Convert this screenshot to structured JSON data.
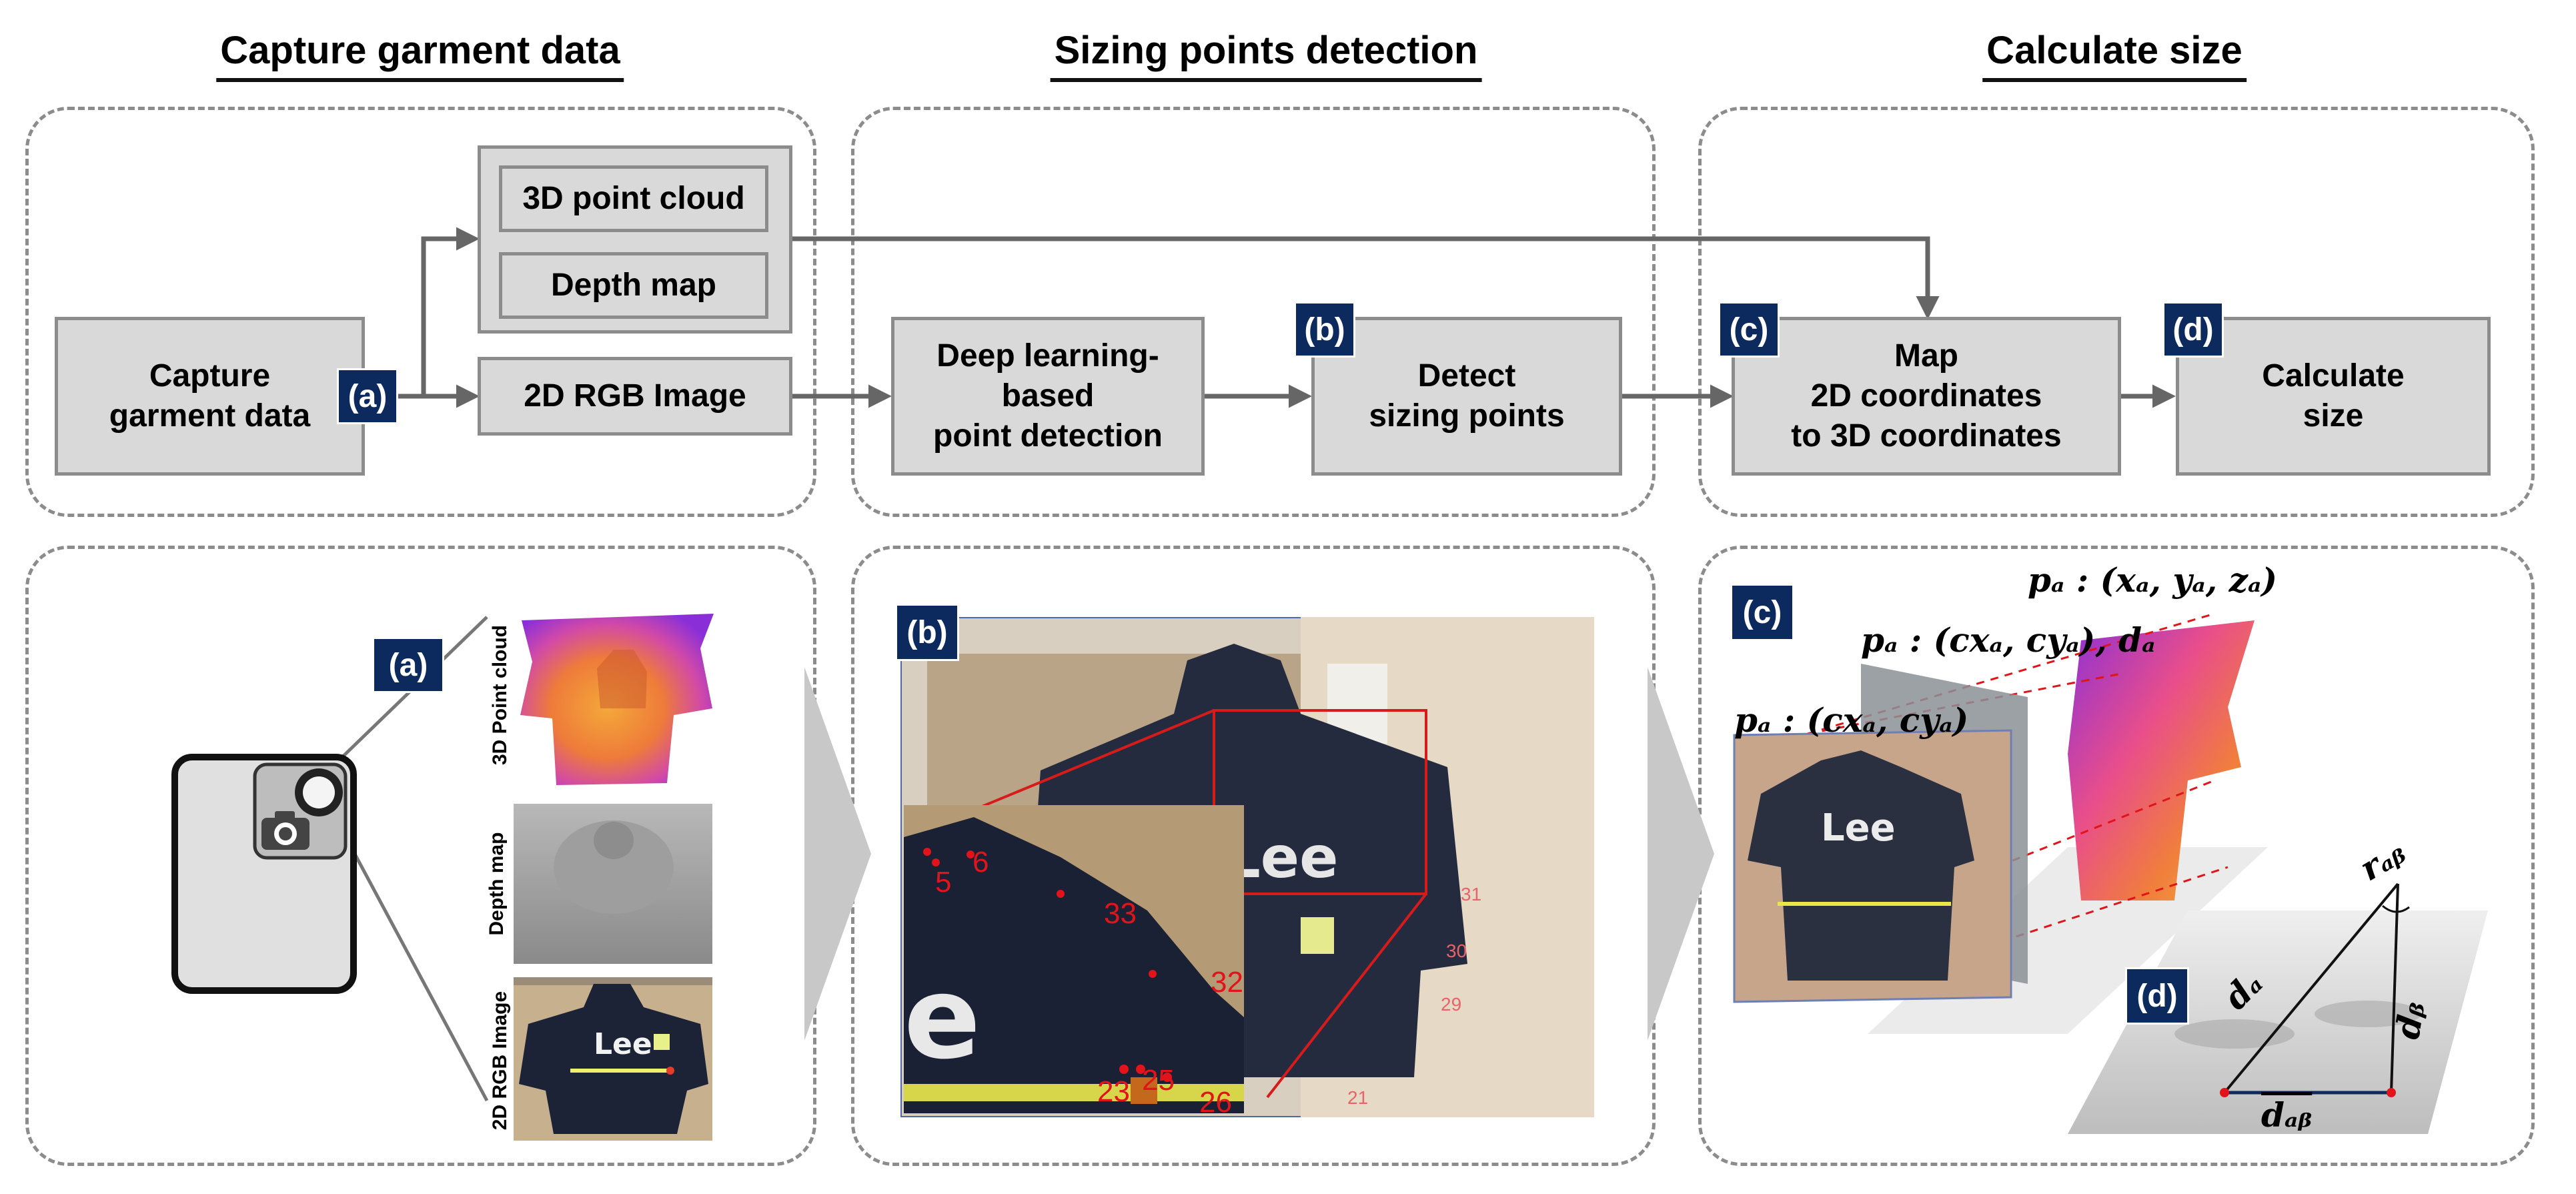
{
  "sections": {
    "capture": "Capture garment data",
    "detection": "Sizing points detection",
    "calculate": "Calculate size"
  },
  "flow": {
    "capture_box": "Capture\ngarment data",
    "point_cloud_box": "3D point cloud",
    "depth_map_box": "Depth map",
    "rgb_box": "2D RGB Image",
    "dl_box": "Deep learning-\nbased\npoint detection",
    "detect_box": "Detect\nsizing points",
    "map_box": "Map\n2D coordinates\nto 3D coordinates",
    "calc_box": "Calculate\nsize"
  },
  "badges": {
    "a": "(a)",
    "b": "(b)",
    "c": "(c)",
    "d": "(d)"
  },
  "illustration_a": {
    "labels": [
      "3D Point cloud",
      "Depth map",
      "2D RGB Image"
    ]
  },
  "illustration_b": {
    "points": [
      "5",
      "6",
      "33",
      "32",
      "23",
      "25",
      "26",
      "31",
      "30",
      "29",
      "21"
    ]
  },
  "illustration_c": {
    "pa_3d": "pₐ : (xₐ, yₐ, zₐ)",
    "pa_2d_depth": "pₐ : (cxₐ, cyₐ), dₐ",
    "pa_2d": "pₐ : (cxₐ, cyₐ)",
    "r_ab": "rₐᵦ",
    "d_a": "dₐ",
    "d_b": "dᵦ",
    "d_ab": "dₐᵦ"
  },
  "colors": {
    "badge": "#0d2a5e",
    "box_fill": "#d9d9d9",
    "arrow": "#666666",
    "point": "#e0141a"
  }
}
